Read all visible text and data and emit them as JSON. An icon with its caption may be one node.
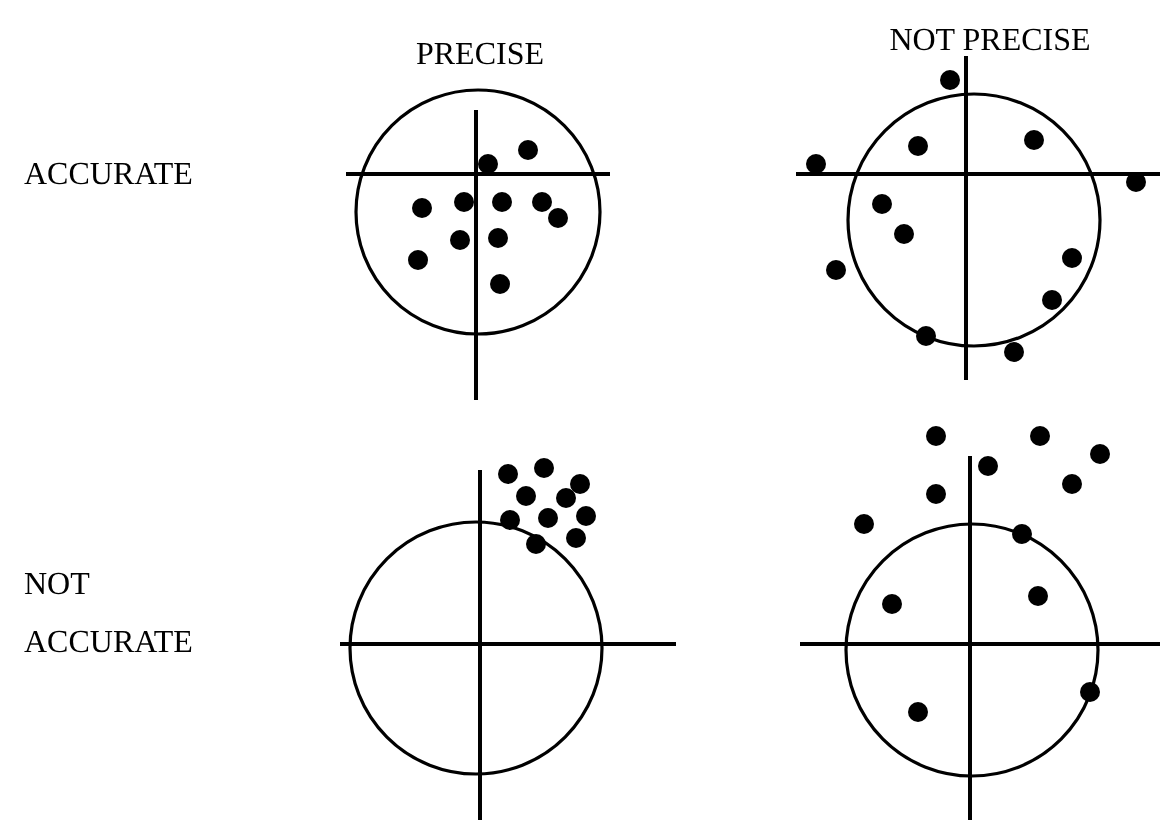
{
  "diagram": {
    "labels": [
      "PRECISE",
      "NOT PRECISE",
      "ACCURATE",
      "NOT ACCURATE"
    ]
  }
}
